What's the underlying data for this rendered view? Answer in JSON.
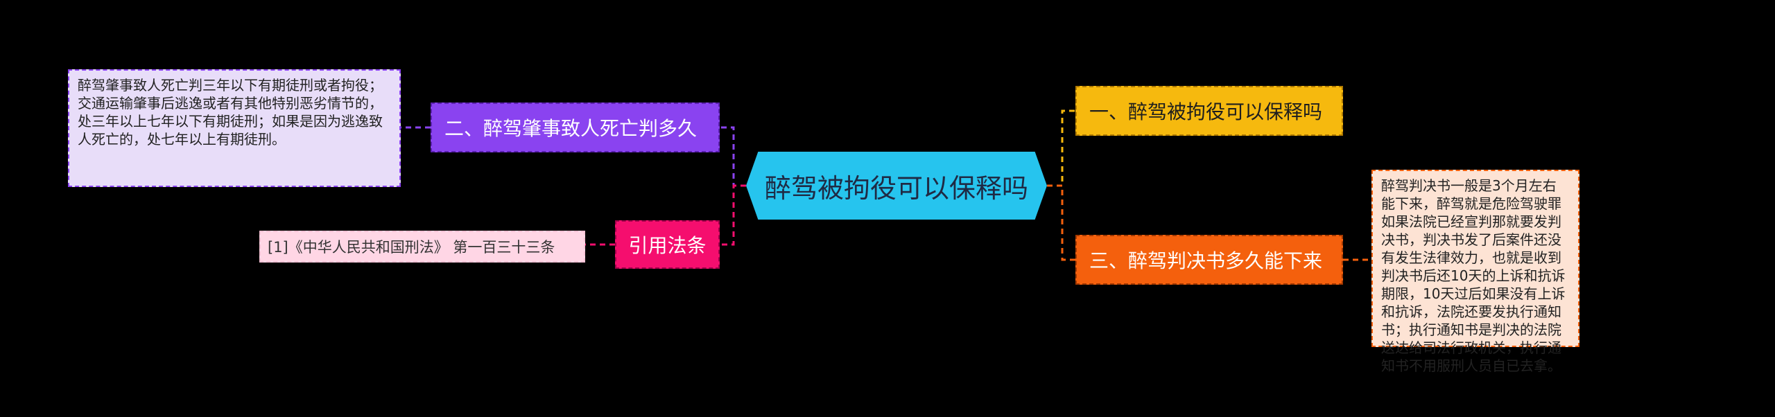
{
  "central_topic": "醉驾被拘役可以保释吗",
  "branches": {
    "bail": {
      "label": "一、醉驾被拘役可以保释吗"
    },
    "verdict": {
      "label": "三、醉驾判决书多久能下来",
      "detail": "醉驾判决书一般是3个月左右能下来，醉驾就是危险驾驶罪如果法院已经宣判那就要发判决书，判决书发了后案件还没有发生法律效力，也就是收到判决书后还10天的上诉和抗诉期限，10天过后如果没有上诉和抗诉，法院还要发执行通知书；执行通知书是判决的法院送达给司法行政机关，执行通知书不用服刑人员自已去拿。"
    },
    "death": {
      "label": "二、醉驾肇事致人死亡判多久",
      "detail": "醉驾肇事致人死亡判三年以下有期徒刑或者拘役；交通运输肇事后逃逸或者有其他特别恶劣情节的，处三年以上七年以下有期徒刑；如果是因为逃逸致人死亡的，处七年以上有期徒刑。"
    },
    "law": {
      "label": "引用法条",
      "detail": "[1]《中华人民共和国刑法》 第一百三十三条"
    }
  },
  "colors": {
    "background": "#000000",
    "central": "#26C4EE",
    "bail": "#F6B90E",
    "verdict": "#F4600D",
    "death": "#8A43F0",
    "law": "#F50E6E"
  }
}
